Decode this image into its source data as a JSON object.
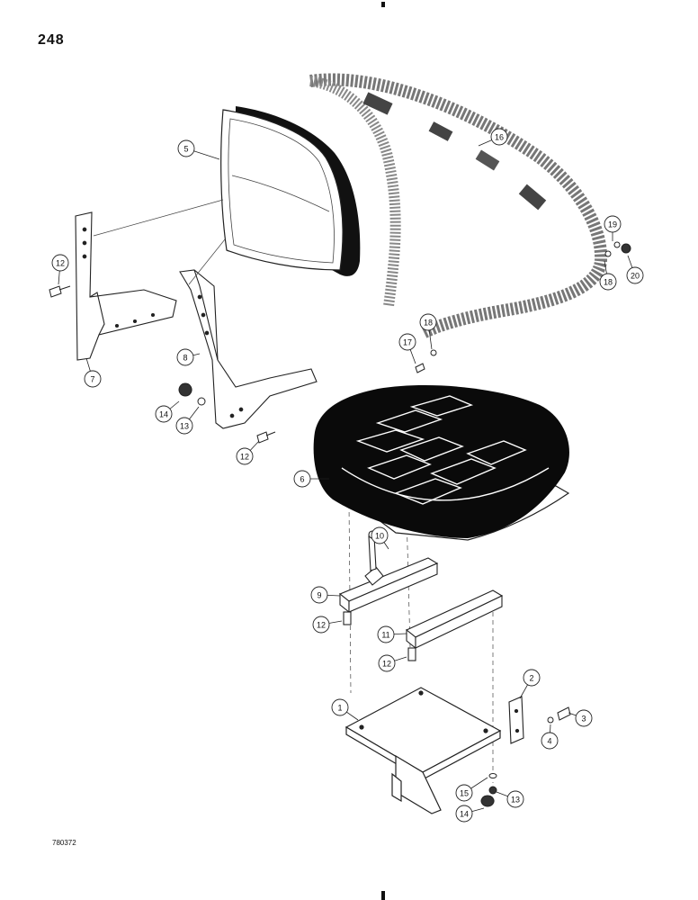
{
  "page_number": "248",
  "figure_code": "780372",
  "callouts": [
    {
      "id": "c5",
      "label": "5"
    },
    {
      "id": "c16",
      "label": "16"
    },
    {
      "id": "c12a",
      "label": "12"
    },
    {
      "id": "c7",
      "label": "7"
    },
    {
      "id": "c8",
      "label": "8"
    },
    {
      "id": "c14a",
      "label": "14"
    },
    {
      "id": "c13a",
      "label": "13"
    },
    {
      "id": "c12b",
      "label": "12"
    },
    {
      "id": "c19",
      "label": "19"
    },
    {
      "id": "c20",
      "label": "20"
    },
    {
      "id": "c18a",
      "label": "18"
    },
    {
      "id": "c18b",
      "label": "18"
    },
    {
      "id": "c17",
      "label": "17"
    },
    {
      "id": "c6",
      "label": "6"
    },
    {
      "id": "c10",
      "label": "10"
    },
    {
      "id": "c9",
      "label": "9"
    },
    {
      "id": "c12c",
      "label": "12"
    },
    {
      "id": "c11",
      "label": "11"
    },
    {
      "id": "c12d",
      "label": "12"
    },
    {
      "id": "c2",
      "label": "2"
    },
    {
      "id": "c1",
      "label": "1"
    },
    {
      "id": "c3",
      "label": "3"
    },
    {
      "id": "c4",
      "label": "4"
    },
    {
      "id": "c15",
      "label": "15"
    },
    {
      "id": "c13b",
      "label": "13"
    },
    {
      "id": "c14b",
      "label": "14"
    }
  ]
}
